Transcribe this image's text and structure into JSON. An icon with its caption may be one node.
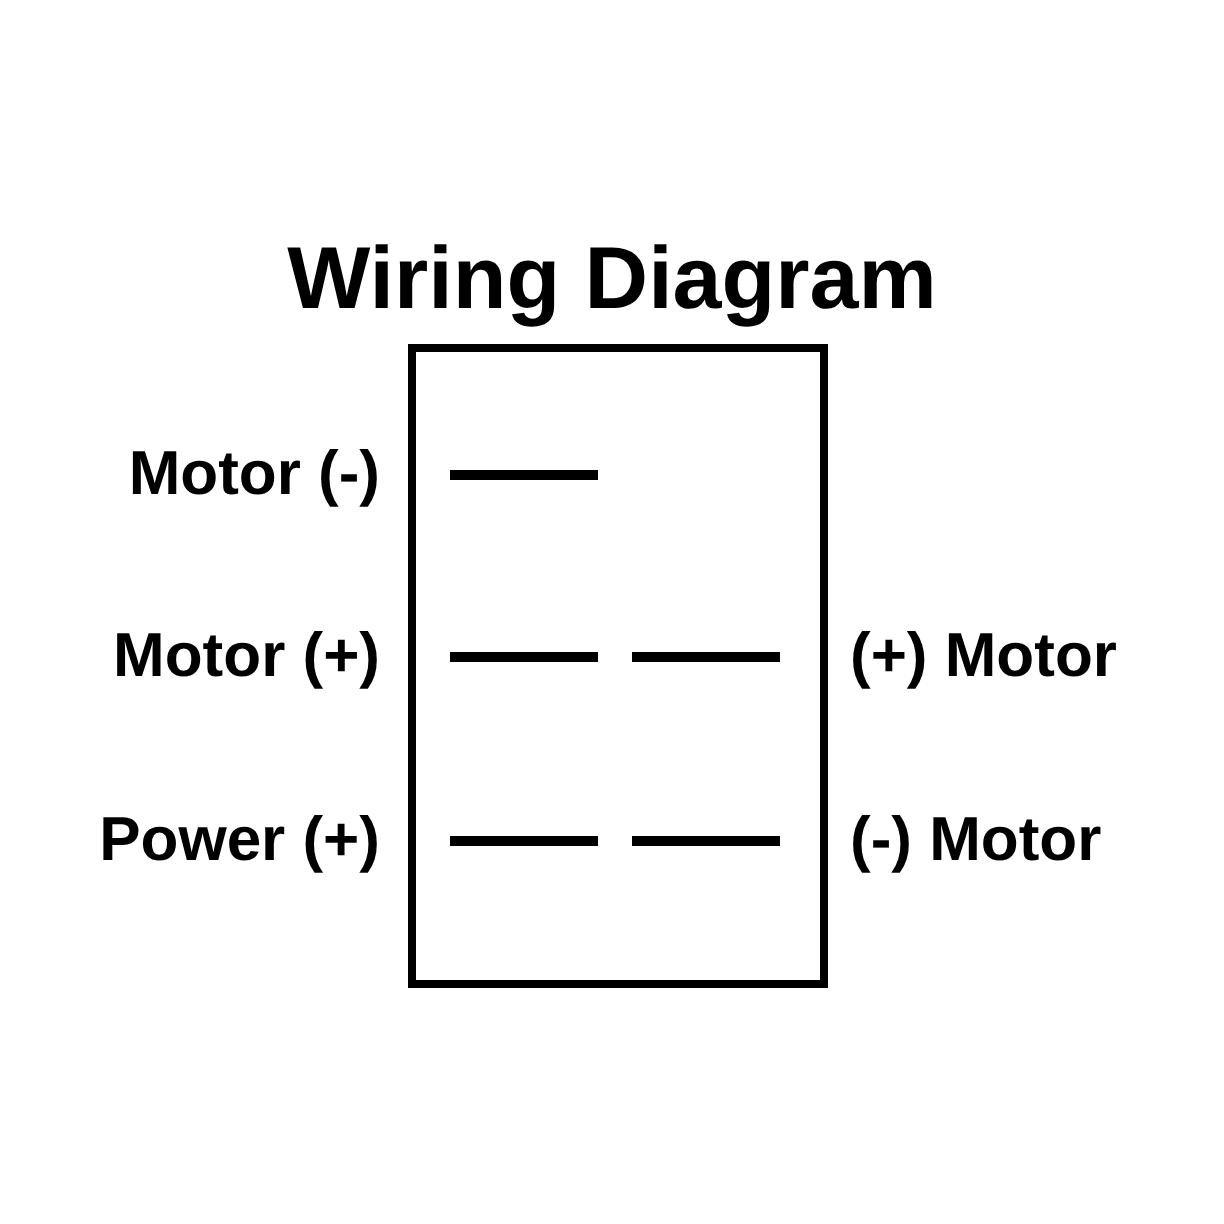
{
  "diagram": {
    "title": "Wiring Diagram",
    "labels": [
      "Motor (-)",
      "Motor (+)",
      "(+) Motor",
      "Power (+)",
      "(-) Motor"
    ]
  }
}
